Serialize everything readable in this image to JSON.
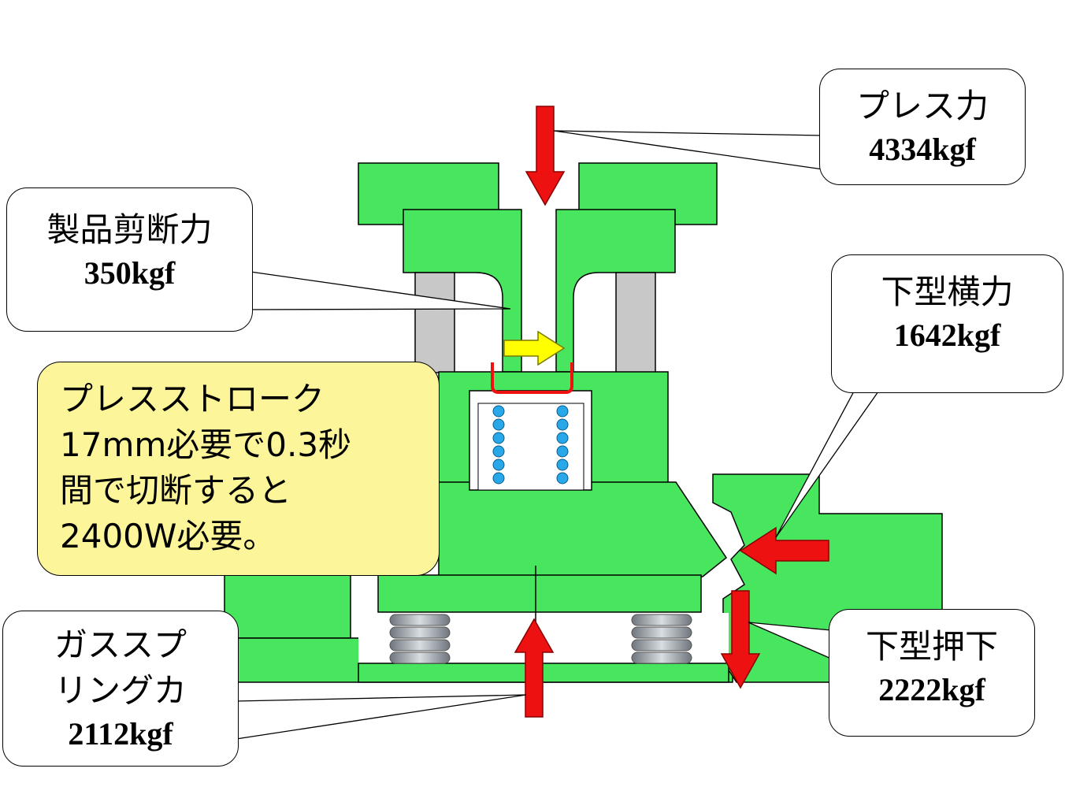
{
  "callouts": {
    "press_force": {
      "label": "プレス力",
      "value": "4334kgf"
    },
    "shear_force": {
      "label": "製品剪断力",
      "value": "350kgf"
    },
    "lower_die_lateral": {
      "label": "下型横力",
      "value": "1642kgf"
    },
    "lower_die_press": {
      "label": "下型押下",
      "value": "2222kgf"
    },
    "gas_spring": {
      "label_line1": "ガススプ",
      "label_line2": "リングカ",
      "value": "2112kgf"
    }
  },
  "note": {
    "lines": [
      "プレスストローク",
      "17mm必要で0.3秒",
      "間で切断すると",
      "2400W必要。"
    ]
  },
  "colors": {
    "die_green": "#48e65f",
    "arrow_red": "#ee1111",
    "arrow_yellow": "#ffff00",
    "note_fill": "#fdf59a",
    "guide_post": "#c8c8c8",
    "ball_blue": "#28a8e8",
    "spring_gray": "#9aa0a8"
  }
}
